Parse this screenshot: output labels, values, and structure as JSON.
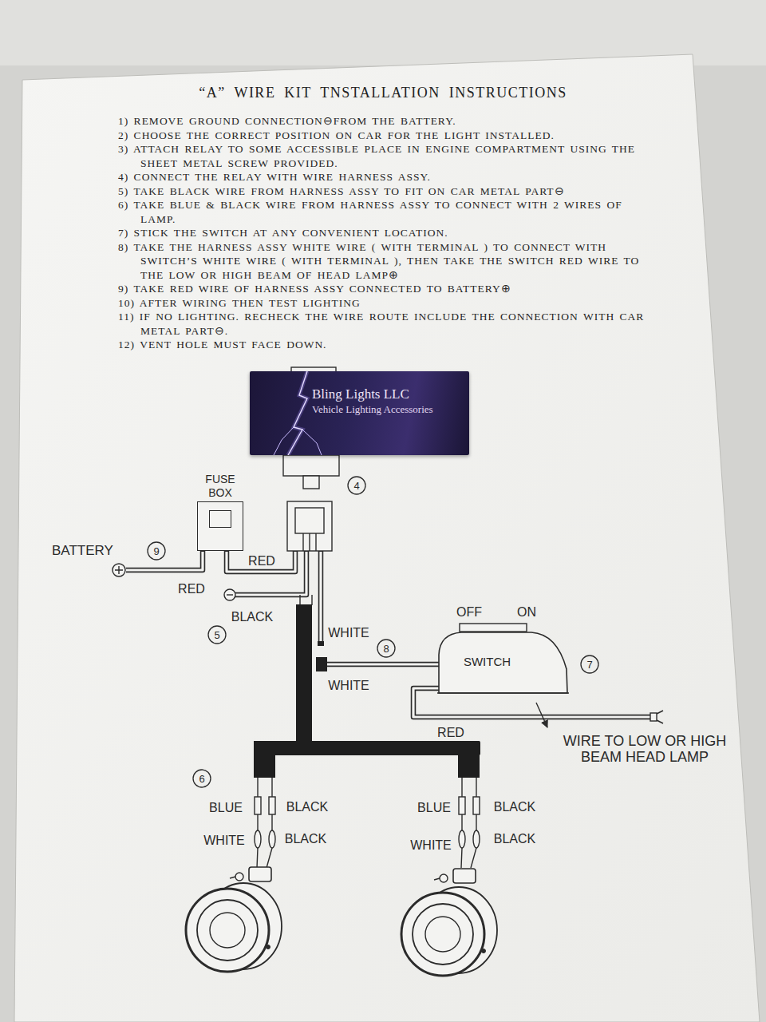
{
  "diagram": {
    "title": "“A” WIRE KIT TNSTALLATION INSTRUCTIONS",
    "nodes": [
      {
        "text": [
          "Bling Lights LLC",
          "Vehicle Lighting Accessories"
        ]
      },
      {
        "text": [
          "FUSE BOX"
        ]
      },
      {
        "text": [
          "SWITCH"
        ]
      }
    ],
    "labels": [
      "1) REMOVE GROUND CONNECTION⊖FROM THE BATTERY.",
      "2) CHOOSE THE CORRECT POSITION ON CAR FOR THE LIGHT INSTALLED.",
      "3) ATTACH RELAY TO SOME ACCESSIBLE PLACE IN ENGINE COMPARTMENT USING THE SHEET METAL SCREW PROVIDED.",
      "4) CONNECT THE RELAY WITH WIRE HARNESS ASSY.",
      "5) TAKE BLACK WIRE FROM HARNESS ASSY TO FIT ON CAR METAL PART⊖",
      "6) TAKE BLUE & BLACK WIRE FROM HARNESS ASSY TO CONNECT WITH 2 WIRES OF LAMP.",
      "7) STICK THE SWITCH AT ANY CONVENIENT LOCATION.",
      "8) TAKE THE HARNESS ASSY WHITE WIRE ( WITH TERMINAL ) TO CONNECT WITH SWITCH’S WHITE WIRE ( WITH TERMINAL ), THEN TAKE THE SWITCH RED WIRE TO THE LOW OR HIGH BEAM OF HEAD LAMP⊕",
      "9) TAKE RED WIRE OF HARNESS ASSY CONNECTED TO BATTERY⊕",
      "10) AFTER WIRING THEN TEST LIGHTING",
      "11) IF NO LIGHTING. RECHECK THE WIRE ROUTE INCLUDE THE CONNECTION WITH CAR METAL PART⊖.",
      "12) VENT HOLE MUST FACE DOWN.",
      "BATTERY",
      "9",
      "RED",
      "RED",
      "BLACK",
      "5",
      "WHITE",
      "8",
      "WHITE",
      "OFF",
      "ON",
      "7",
      "RED",
      "WIRE TO LOW OR HIGH BEAM HEAD LAMP",
      "4",
      "6",
      "BLUE",
      "BLACK",
      "WHITE",
      "BLACK",
      "BLUE",
      "BLACK",
      "WHITE",
      "BLACK"
    ]
  }
}
